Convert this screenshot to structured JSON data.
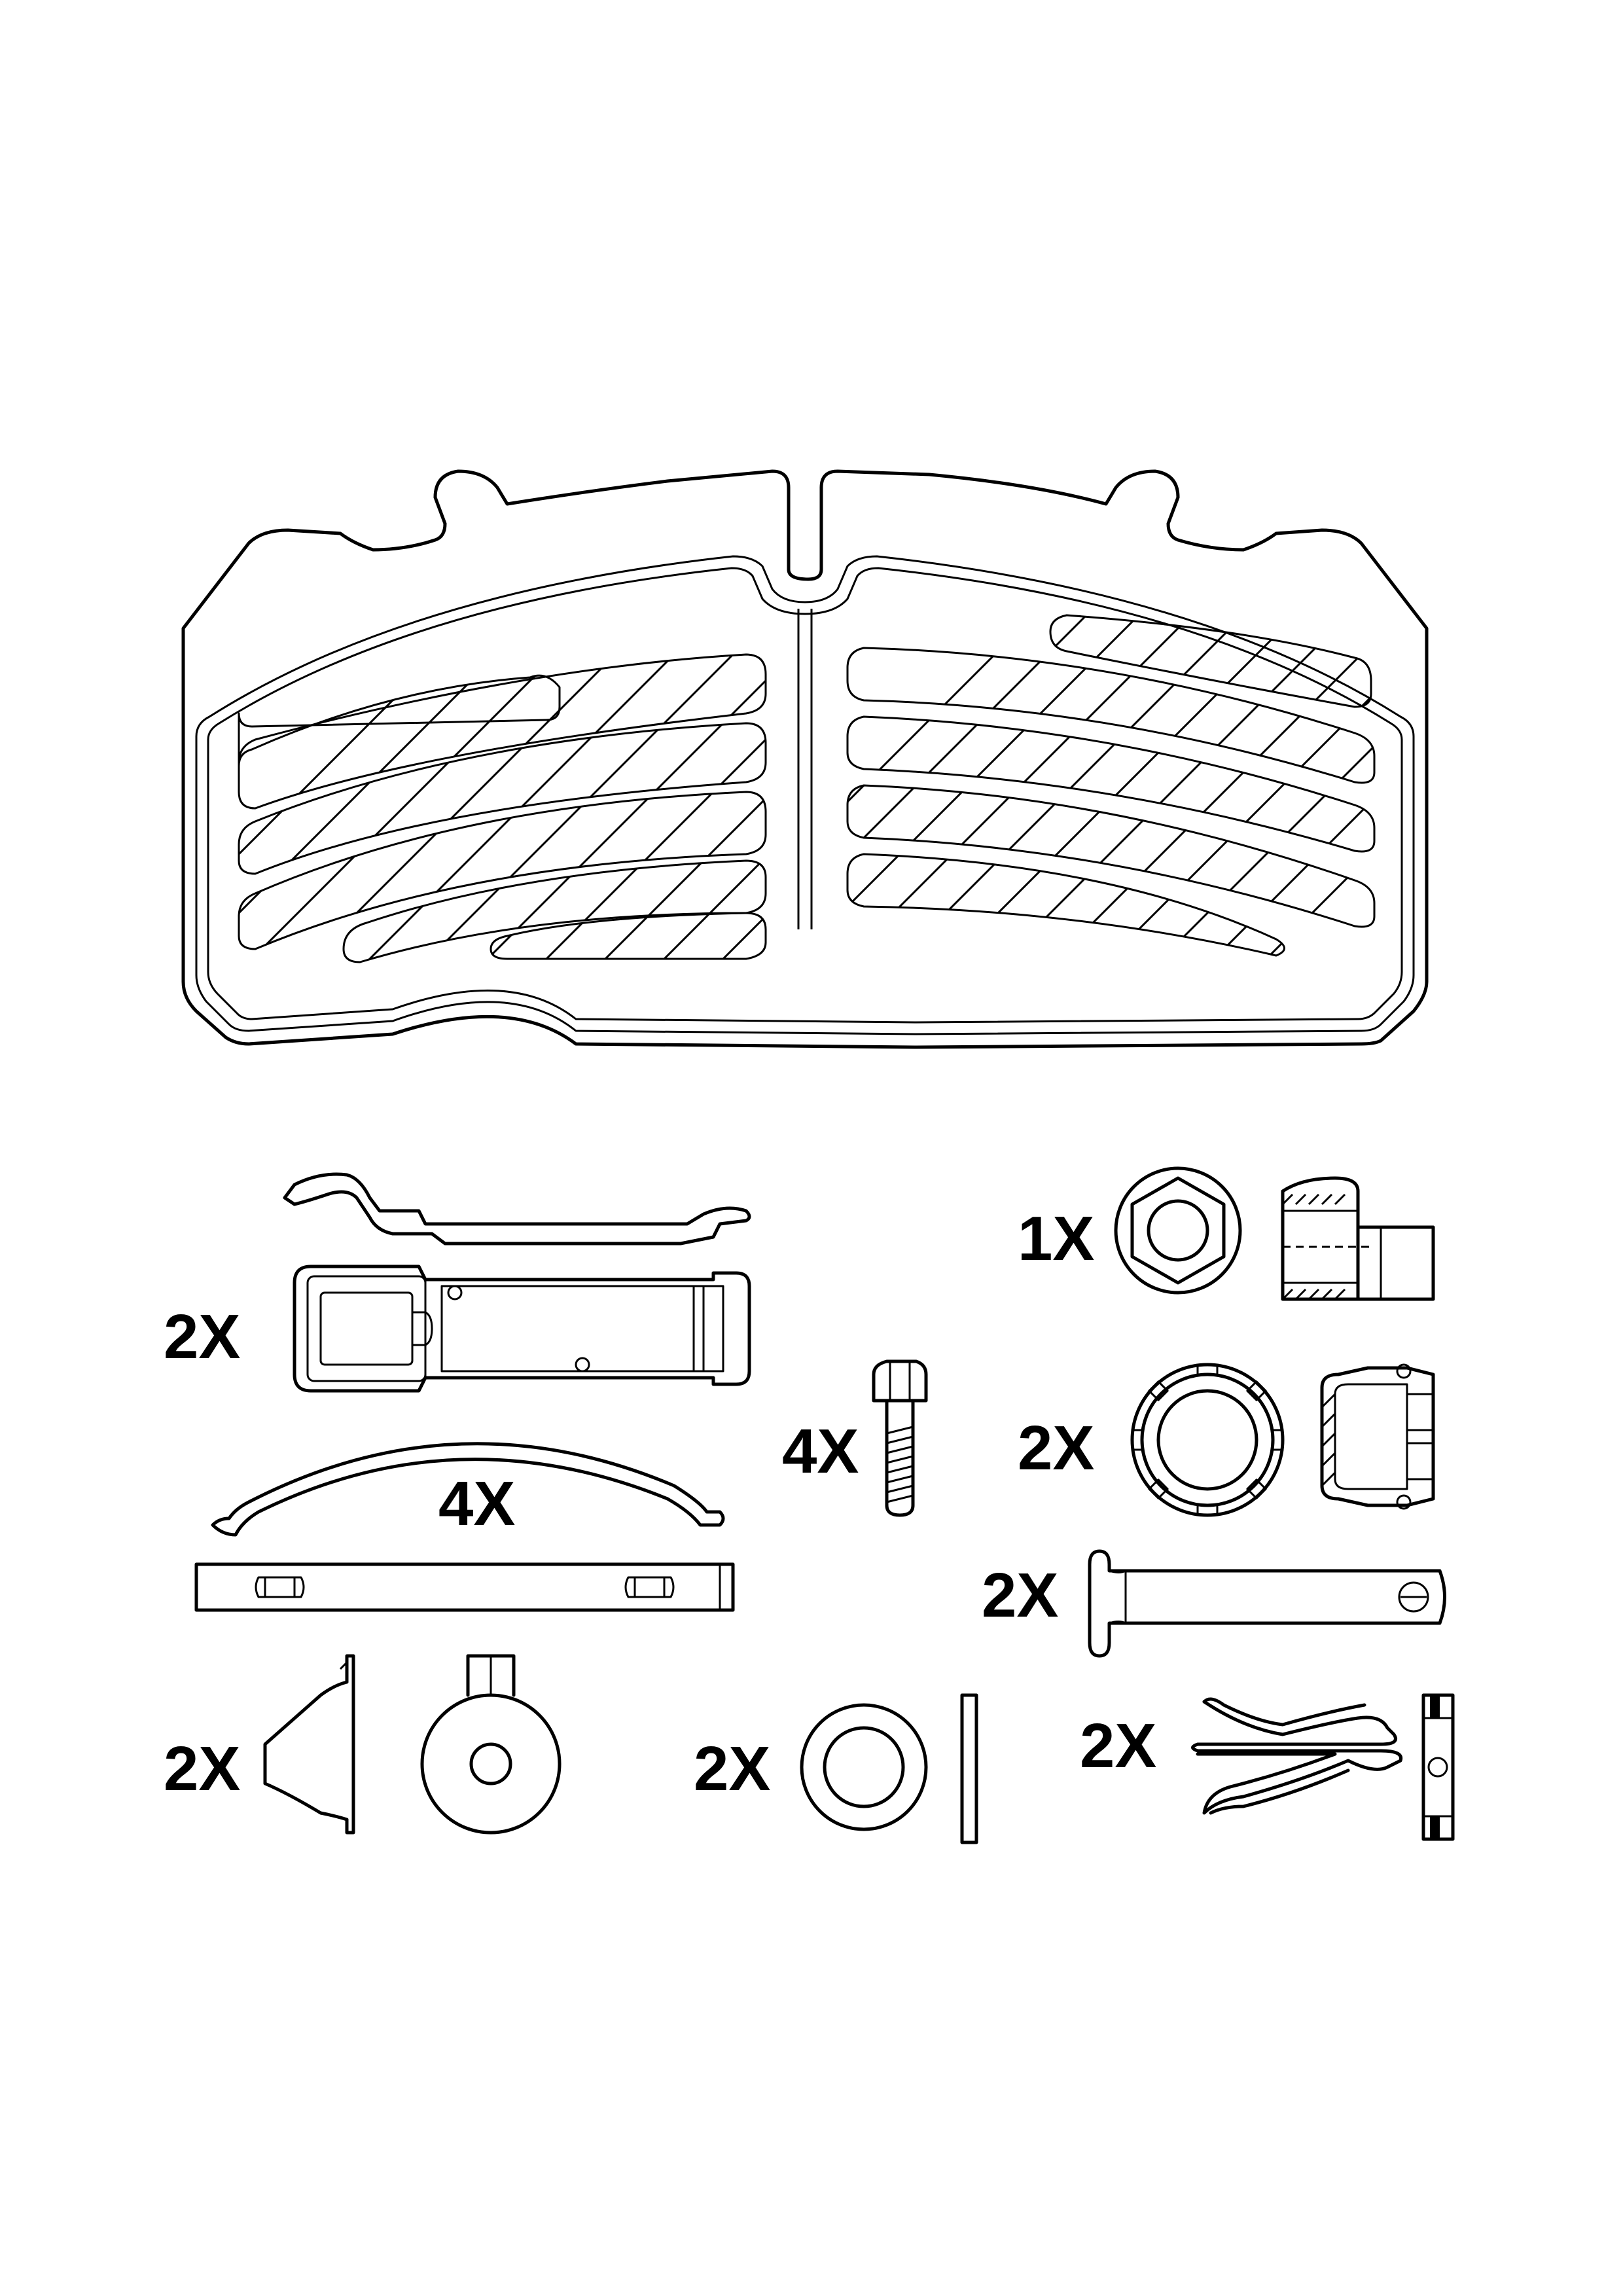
{
  "diagram": {
    "main_part": "brake-pad-pair",
    "quantities": {
      "retaining_spring_clip": "2X",
      "leaf_spring": "4X",
      "hex_bolt": "4X",
      "hex_nut": "1X",
      "castle_nut": "2X",
      "clevis_pin": "2X",
      "cone_cap": "2X",
      "flat_washer": "2X",
      "r_clip": "2X"
    }
  }
}
